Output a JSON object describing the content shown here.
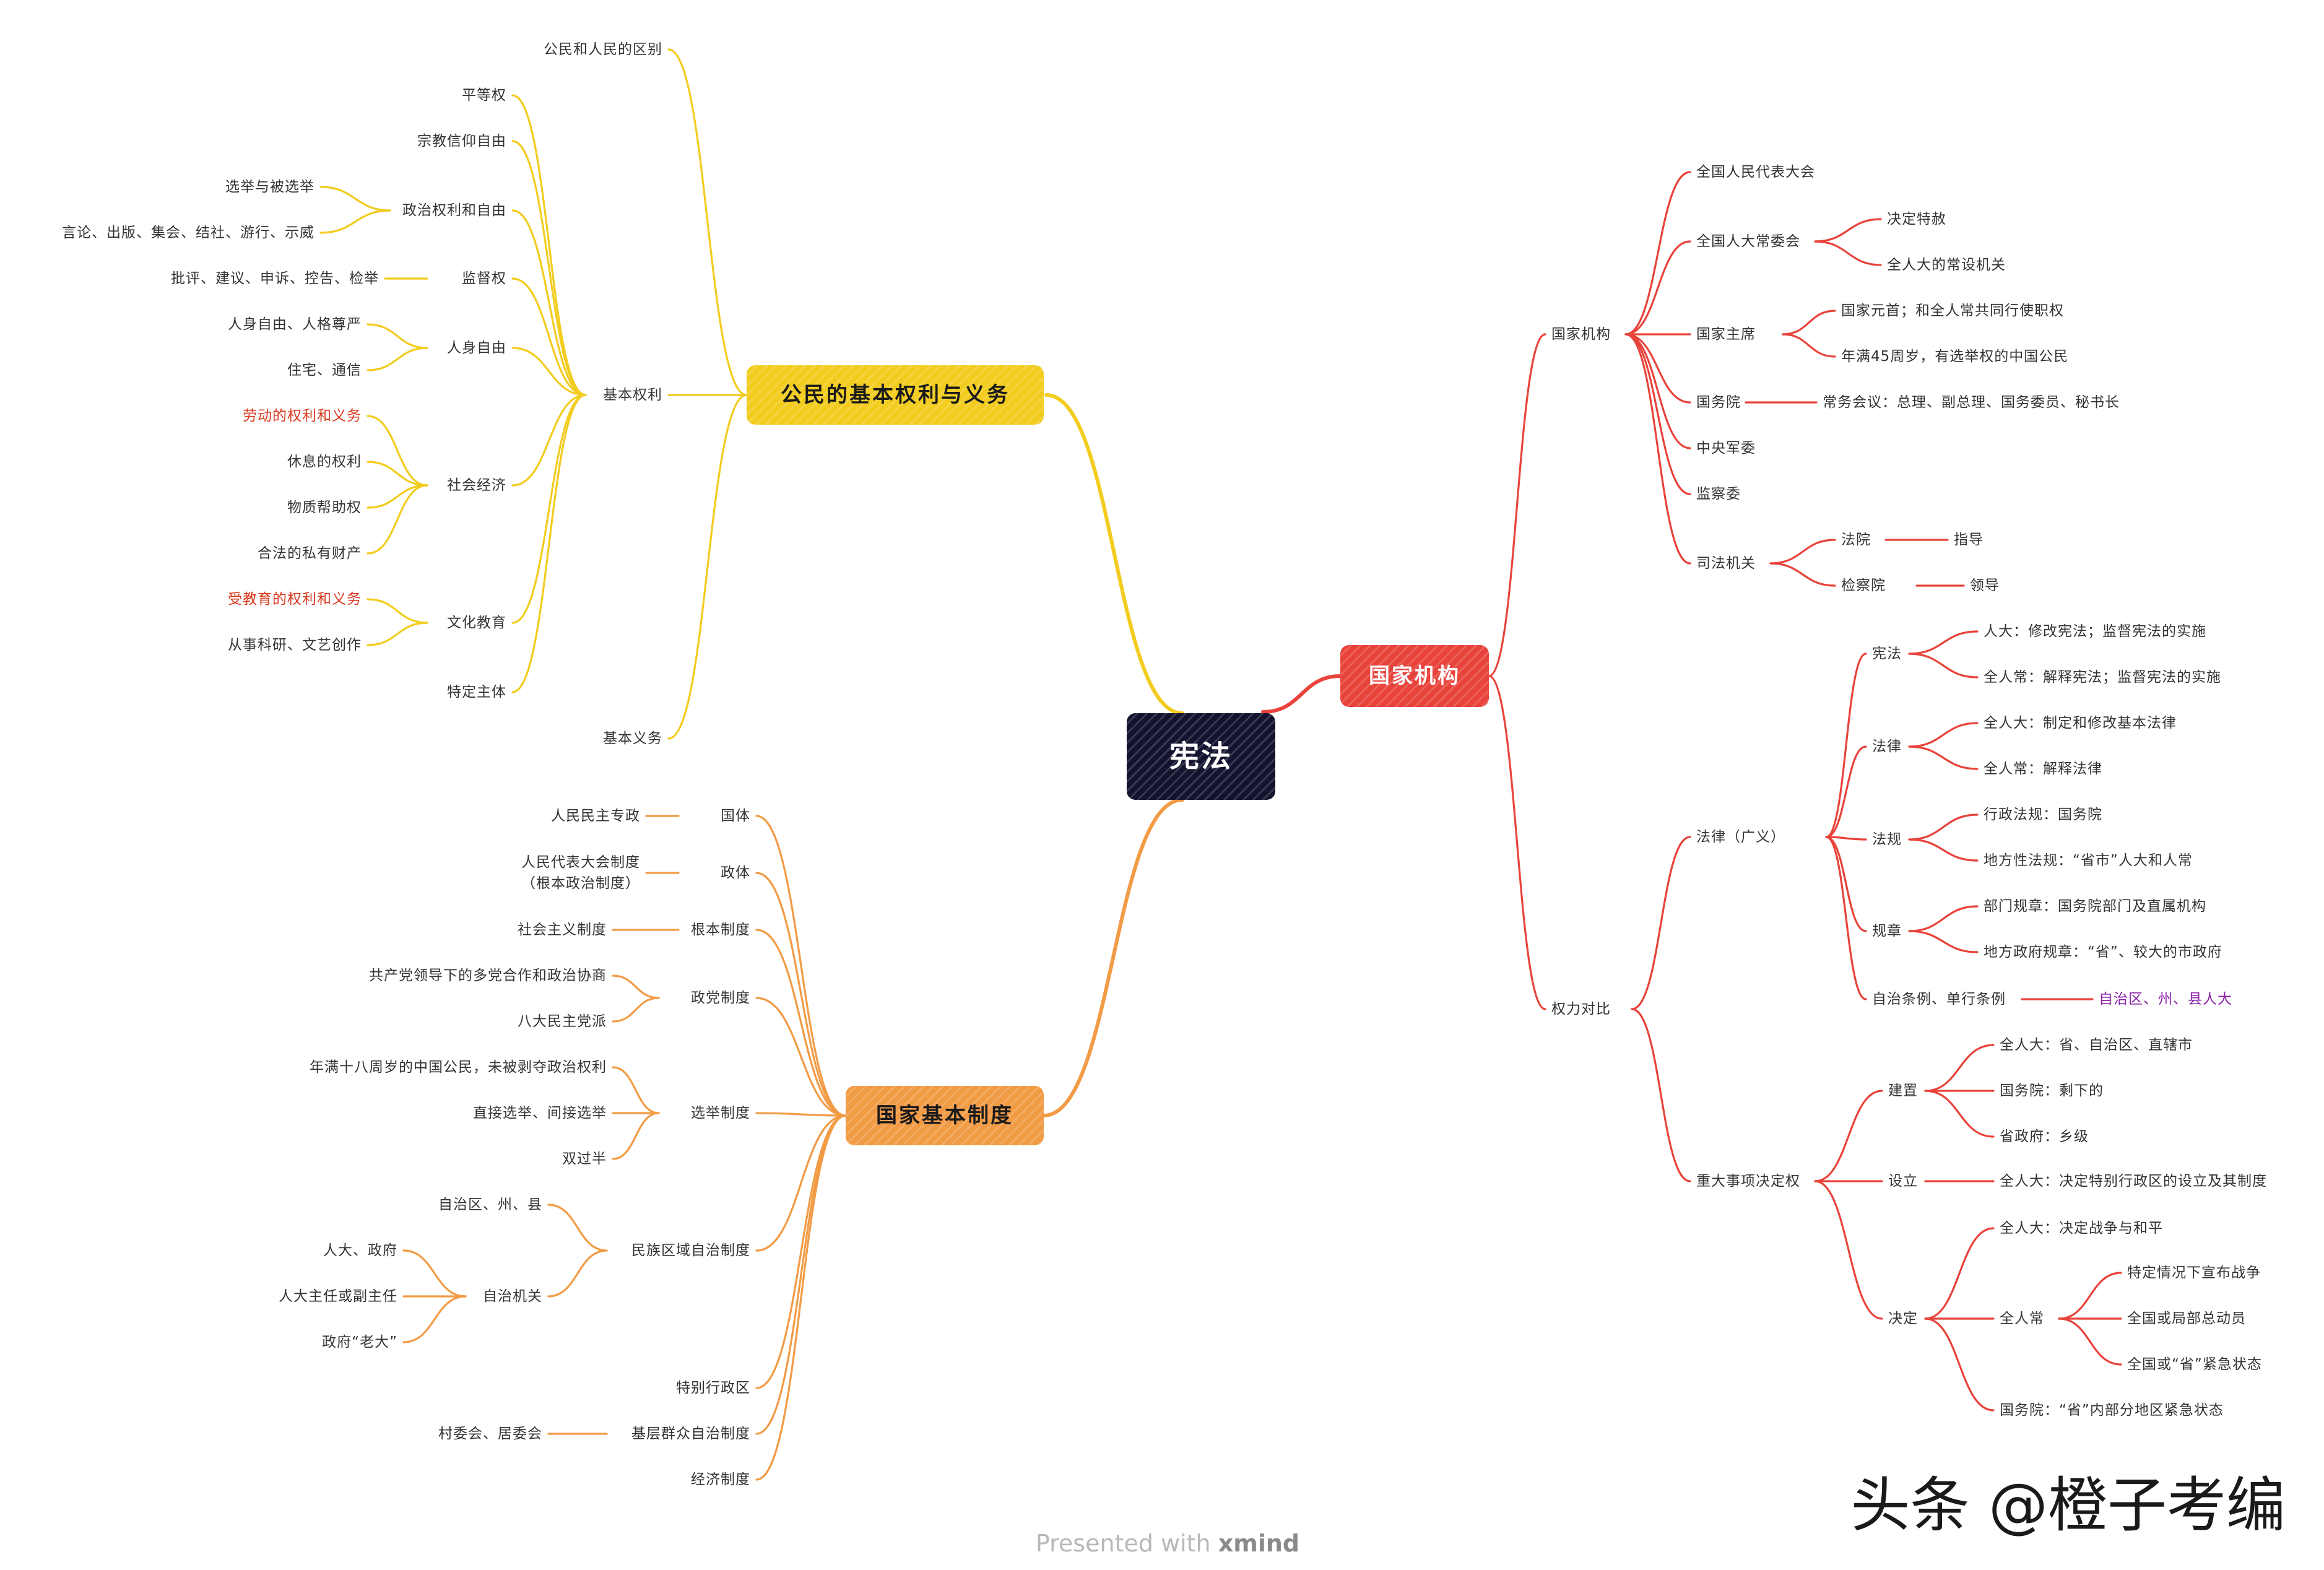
{
  "colors": {
    "yellow": "#F2CC1E",
    "red": "#E8433B",
    "orange": "#F29B45",
    "center": "#13132F",
    "accent_red": "#D9381E",
    "accent_purple": "#8B1FA8",
    "text": "#333333"
  },
  "root": "宪法",
  "branches": {
    "yellow": "公民的基本权利与义务",
    "red": "国家机构",
    "orange": "国家基本制度"
  },
  "yellow": {
    "distinction": "公民和人民的区别",
    "rights": "基本权利",
    "duties": "基本义务",
    "equality": "平等权",
    "religion": "宗教信仰自由",
    "political": "政治权利和自由",
    "vote": "选举与被选举",
    "speech": "言论、出版、集会、结社、游行、示威",
    "supervision": "监督权",
    "supervise_items": "批评、建议、申诉、控告、检举",
    "person": "人身自由",
    "person_dignity": "人身自由、人格尊严",
    "residence": "住宅、通信",
    "social": "社会经济",
    "labor": "劳动的权利和义务",
    "rest": "休息的权利",
    "aid": "物质帮助权",
    "property": "合法的私有财产",
    "culture": "文化教育",
    "edu": "受教育的权利和义务",
    "research": "从事科研、文艺创作",
    "special": "特定主体"
  },
  "red": {
    "organs": "国家机构",
    "npc": "全国人民代表大会",
    "npcsc": "全国人大常委会",
    "pardon": "决定特赦",
    "standing": "全人大的常设机关",
    "president": "国家主席",
    "head_state": "国家元首；和全人常共同行使职权",
    "age45": "年满45周岁，有选举权的中国公民",
    "state_council": "国务院",
    "sc_meeting": "常务会议：总理、副总理、国务委员、秘书长",
    "cmc": "中央军委",
    "supervisory": "监察委",
    "judicial": "司法机关",
    "court": "法院",
    "guide": "指导",
    "procuratorate": "检察院",
    "lead": "领导",
    "power": "权力对比",
    "law_broad": "法律（广义）",
    "constitution": "宪法",
    "npc_amend": "人大：修改宪法；监督宪法的实施",
    "npcsc_interpret": "全人常：解释宪法；监督宪法的实施",
    "law": "法律",
    "npc_basic": "全人大：制定和修改基本法律",
    "npcsc_law": "全人常：解释法律",
    "regulation": "法规",
    "admin_reg": "行政法规：国务院",
    "local_reg": "地方性法规：“省市”人大和人常",
    "rules": "规章",
    "dept_rules": "部门规章：国务院部门及直属机构",
    "local_rules": "地方政府规章：“省”、较大的市政府",
    "autonomy": "自治条例、单行条例",
    "autonomy_bodies": "自治区、州、县人大",
    "major": "重大事项决定权",
    "establish": "建置",
    "est_npc": "全人大：省、自治区、直辖市",
    "est_sc": "国务院：剩下的",
    "est_prov": "省政府：乡级",
    "setup": "设立",
    "setup_sar": "全人大：决定特别行政区的设立及其制度",
    "decide": "决定",
    "war_peace": "全人大：决定战争与和平",
    "npcsc_node": "全人常",
    "declare_war": "特定情况下宣布战争",
    "mobilize": "全国或局部总动员",
    "emergency": "全国或“省”紧急状态",
    "sc_emergency": "国务院：“省”内部分地区紧急状态"
  },
  "orange": {
    "nature": "国体",
    "dictatorship": "人民民主专政",
    "polity": "政体",
    "npc_system": "人民代表大会制度\n（根本政治制度）",
    "fundamental": "根本制度",
    "socialism": "社会主义制度",
    "party": "政党制度",
    "multi_party": "共产党领导下的多党合作和政治协商",
    "eight_parties": "八大民主党派",
    "election": "选举制度",
    "age18": "年满十八周岁的中国公民，未被剥夺政治权利",
    "direct": "直接选举、间接选举",
    "majority": "双过半",
    "regional": "民族区域自治制度",
    "regions": "自治区、州、县",
    "organs": "自治机关",
    "npc_gov": "人大、政府",
    "chair": "人大主任或副主任",
    "gov_head": "政府“老大”",
    "sar": "特别行政区",
    "grassroots": "基层群众自治制度",
    "committees": "村委会、居委会",
    "economic": "经济制度"
  },
  "footer": {
    "presented": "Presented with",
    "brand": "xmind"
  },
  "watermark": "头条 @橙子考编"
}
